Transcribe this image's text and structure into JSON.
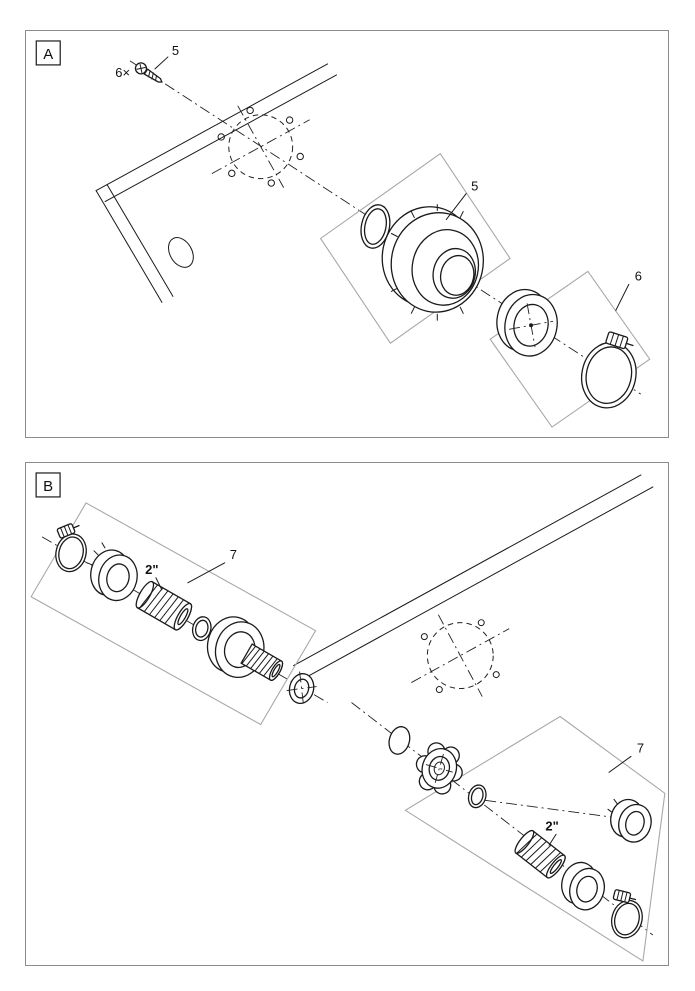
{
  "figure": {
    "panels": [
      {
        "label": "A",
        "callouts": {
          "screw_qty": "6×",
          "screw_ref": "5",
          "nozzle_ref": "5",
          "adapter_ref": "6"
        }
      },
      {
        "label": "B",
        "callouts": {
          "left_kit_ref": "7",
          "left_size": "2\"",
          "right_kit_ref": "7",
          "right_size": "2\""
        }
      }
    ],
    "colors": {
      "line": "#1a1a1a",
      "panel_border": "#8c8c8c",
      "group_outline": "#a8a8a8",
      "background": "#ffffff"
    }
  }
}
